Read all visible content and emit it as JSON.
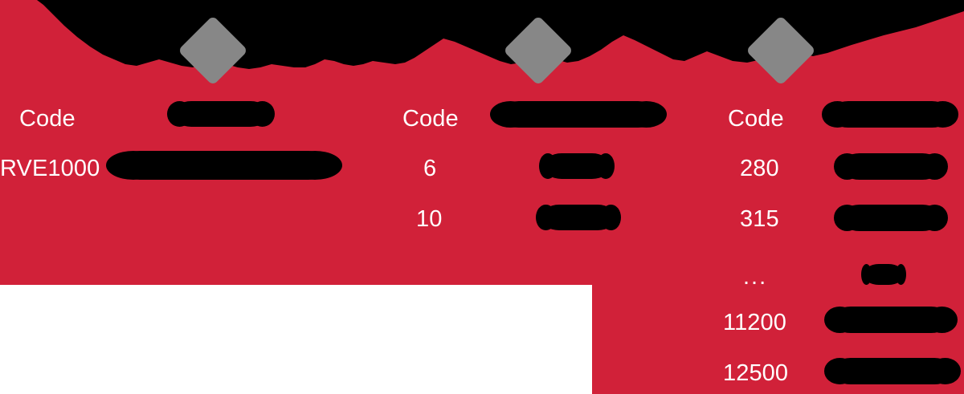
{
  "palette": {
    "panel_red": "#d12139",
    "redaction_black": "#000000",
    "marker_gray": "#878787",
    "text_white": "#ffffff",
    "page_white": "#ffffff"
  },
  "columns": [
    {
      "id": "left",
      "header": {
        "label": "Code",
        "value_redacted": true
      },
      "rows": [
        {
          "code": "RVE1000",
          "value_redacted": true
        }
      ]
    },
    {
      "id": "middle",
      "header": {
        "label": "Code",
        "value_redacted": true
      },
      "rows": [
        {
          "code": "6",
          "value_redacted": true
        },
        {
          "code": "10",
          "value_redacted": true
        }
      ]
    },
    {
      "id": "right",
      "header": {
        "label": "Code",
        "value_redacted": true
      },
      "rows": [
        {
          "code": "280",
          "value_redacted": true
        },
        {
          "code": "315",
          "value_redacted": true
        },
        {
          "code": "...",
          "value_redacted": true
        },
        {
          "code": "11200",
          "value_redacted": true
        },
        {
          "code": "12500",
          "value_redacted": true
        }
      ]
    }
  ],
  "markers": [
    {
      "name": "diamond-marker-1"
    },
    {
      "name": "diamond-marker-2"
    },
    {
      "name": "diamond-marker-3"
    }
  ],
  "redactions": {
    "top_banner": "redacted-heading-band",
    "note": "obscured"
  }
}
